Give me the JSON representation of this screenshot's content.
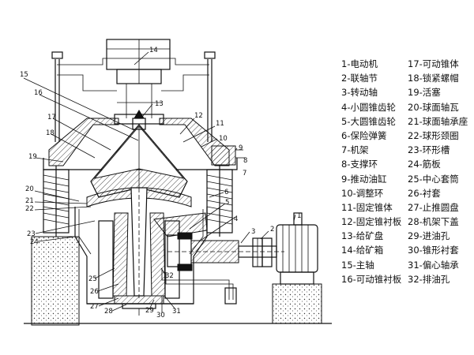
{
  "legend": {
    "left": [
      "1-电动机",
      "2-联轴节",
      "3-转动轴",
      "4-小圆锥齿轮",
      "5-大圆锥齿轮",
      "6-保险弹簧",
      "7-机架",
      "8-支撑环",
      "9-推动油缸",
      "10-调整环",
      "11-固定锥体",
      "12-固定锥衬板",
      "13-给矿盘",
      "14-给矿箱",
      "15-主轴",
      "16-可动锥衬板"
    ],
    "right": [
      "17-可动锥体",
      "18-锁紧螺帽",
      "19-活塞",
      "20-球面轴瓦",
      "21-球面轴承座",
      "22-球形颈圈",
      "23-环形槽",
      "24-筋板",
      "25-中心套筒",
      "26-衬套",
      "27-止推圆盘",
      "28-机架下盖",
      "29-进油孔",
      "30-锥形衬套",
      "31-偏心轴承",
      "32-排油孔"
    ]
  },
  "callouts": {
    "n1": "1",
    "n2": "2",
    "n3": "3",
    "n4": "4",
    "n5": "5",
    "n6": "6",
    "n7": "7",
    "n8": "8",
    "n9": "9",
    "n10": "10",
    "n11": "11",
    "n12": "12",
    "n13": "13",
    "n14": "14",
    "n15": "15",
    "n16": "16",
    "n17": "17",
    "n18": "18",
    "n19": "19",
    "n20": "20",
    "n21": "21",
    "n22": "22",
    "n23": "23",
    "n24": "24",
    "n25": "25",
    "n26": "26",
    "n27": "27",
    "n28": "28",
    "n29": "29",
    "n30": "30",
    "n31": "31",
    "n32": "32"
  }
}
